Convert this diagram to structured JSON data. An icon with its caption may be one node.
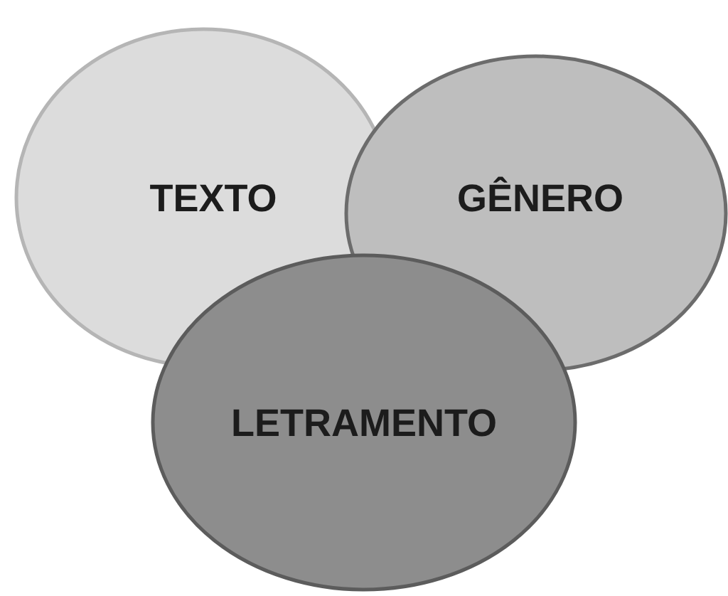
{
  "diagram": {
    "nodes": [
      {
        "text": [
          "TEXTO"
        ]
      },
      {
        "text": [
          "GÊNERO"
        ]
      },
      {
        "text": [
          "LETRAMENTO"
        ]
      }
    ]
  }
}
